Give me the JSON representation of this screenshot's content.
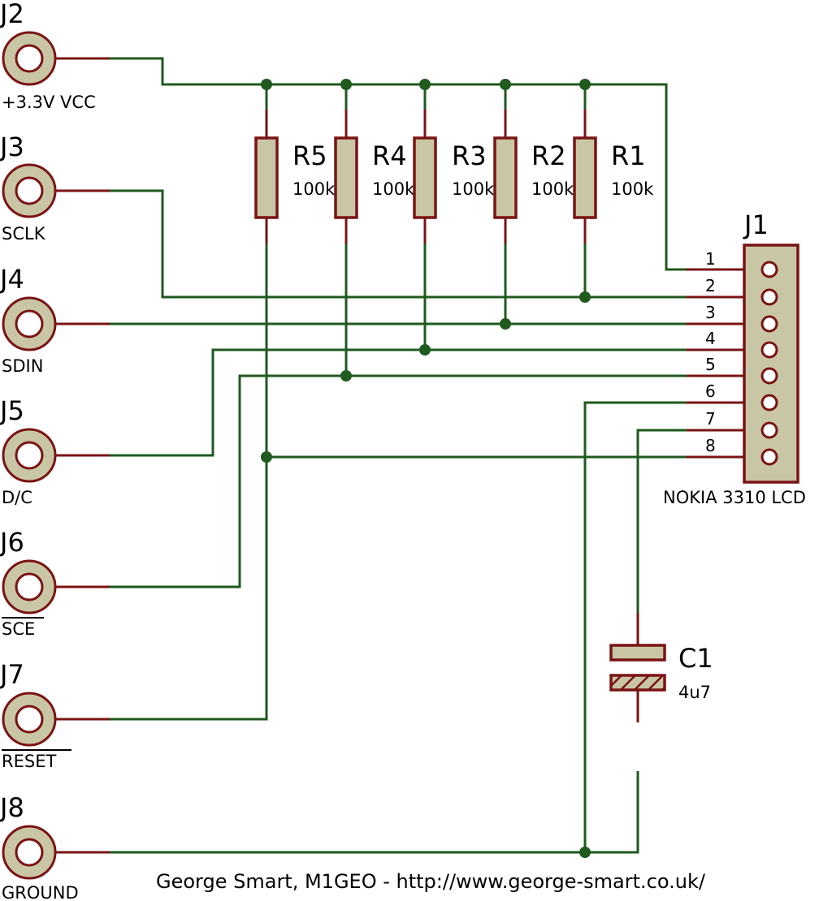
{
  "connectors": [
    {
      "ref": "J2",
      "label": "+3.3V VCC",
      "overline": false
    },
    {
      "ref": "J3",
      "label": "SCLK",
      "overline": false
    },
    {
      "ref": "J4",
      "label": "SDIN",
      "overline": false
    },
    {
      "ref": "J5",
      "label": "D/C",
      "overline": false
    },
    {
      "ref": "J6",
      "label": "SCE",
      "overline": true
    },
    {
      "ref": "J7",
      "label": "RESET",
      "overline": true
    },
    {
      "ref": "J8",
      "label": "GROUND",
      "overline": false
    }
  ],
  "resistors": [
    {
      "ref": "R5",
      "value": "100k"
    },
    {
      "ref": "R4",
      "value": "100k"
    },
    {
      "ref": "R3",
      "value": "100k"
    },
    {
      "ref": "R2",
      "value": "100k"
    },
    {
      "ref": "R1",
      "value": "100k"
    }
  ],
  "capacitor": {
    "ref": "C1",
    "value": "4u7"
  },
  "lcd": {
    "ref": "J1",
    "label": "NOKIA 3310 LCD",
    "pins": [
      "1",
      "2",
      "3",
      "4",
      "5",
      "6",
      "7",
      "8"
    ]
  },
  "credit": "George Smart, M1GEO - http://www.george-smart.co.uk/",
  "colors": {
    "wire": "#1f5a1f",
    "lead": "#7a1414",
    "body": "#c9c6a6"
  }
}
